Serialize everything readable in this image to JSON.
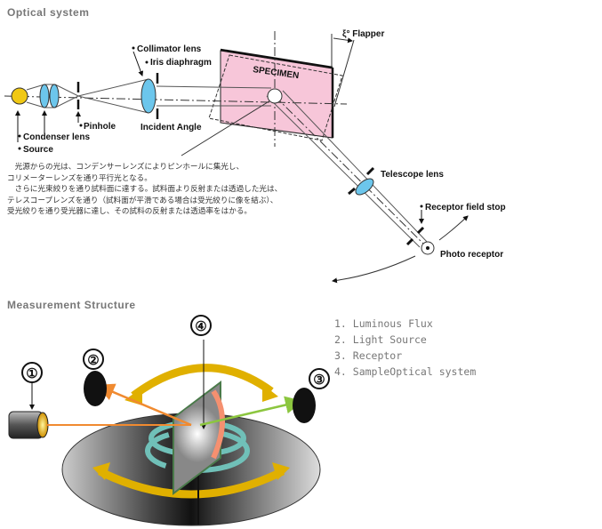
{
  "optical_system": {
    "title": "Optical system",
    "labels": {
      "collimator_lens": "Collimator lens",
      "iris_diaphragm": "Iris diaphragm",
      "specimen": "SPECIMEN",
      "flapper": "ξ° Flapper",
      "pinhole": "Pinhole",
      "incident_angle": "Incident Angle",
      "condenser_lens": "Condenser lens",
      "source": "Source",
      "telescope_lens": "Telescope lens",
      "receptor_field_stop": "Receptor field stop",
      "photo_receptor": "Photo receptor"
    },
    "description": [
      "　光源からの光は、コンデンサーレンズによりピンホールに集光し、",
      "コリメーターレンズを通り平行光となる。",
      "　さらに光束絞りを通り試料面に達する。試料面より反射または透過した光は、",
      "テレスコープレンズを通り（試料面が平滑である場合は受光絞りに像を結ぶ）、",
      "受光絞りを通り受光器に達し、その試料の反射または透過率をはかる。"
    ],
    "colors": {
      "specimen": "#f7c6d9",
      "lens": "#6cc6ec",
      "source": "#f0c814"
    }
  },
  "measurement_structure": {
    "title": "Measurement Structure",
    "markers": [
      "①",
      "②",
      "③",
      "④"
    ],
    "legend": [
      "1. Luminous Flux",
      "2. Light Source",
      "3. Receptor",
      "4. SampleOptical system"
    ],
    "colors": {
      "incident_beam": "#f08a30",
      "reflected_beam": "#8cc63f",
      "rotation_arrow": "#e0b000",
      "tilt_arrow": "#70c0b8"
    }
  }
}
